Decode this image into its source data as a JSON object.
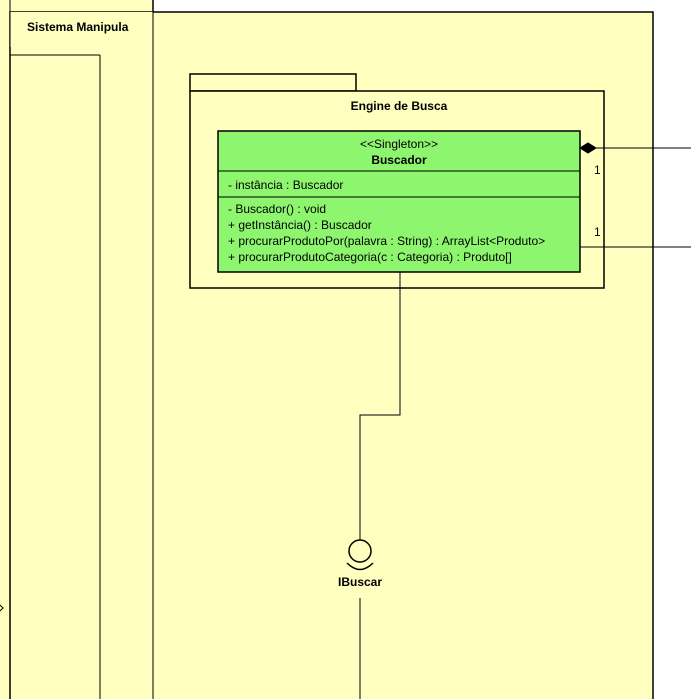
{
  "diagram": {
    "outer_package": {
      "name": "Sistema Manipula"
    },
    "inner_package": {
      "name": "Engine de Busca"
    },
    "class": {
      "stereotype": "<<Singleton>>",
      "name": "Buscador",
      "attributes": [
        "- instância : Buscador"
      ],
      "operations": [
        "- Buscador() : void",
        "+ getInstância() : Buscador",
        "+ procurarProdutoPor(palavra : String) : ArrayList<Produto>",
        "+ procurarProdutoCategoria(c : Categoria) : Produto[]"
      ]
    },
    "interface": {
      "name": "IBuscar"
    },
    "associations": [
      {
        "kind": "composition",
        "multiplicity": "1"
      },
      {
        "kind": "association",
        "multiplicity": "1"
      }
    ],
    "colors": {
      "package_fill": "#ffffc0",
      "class_fill": "#8ef56e",
      "line": "#000000"
    }
  }
}
